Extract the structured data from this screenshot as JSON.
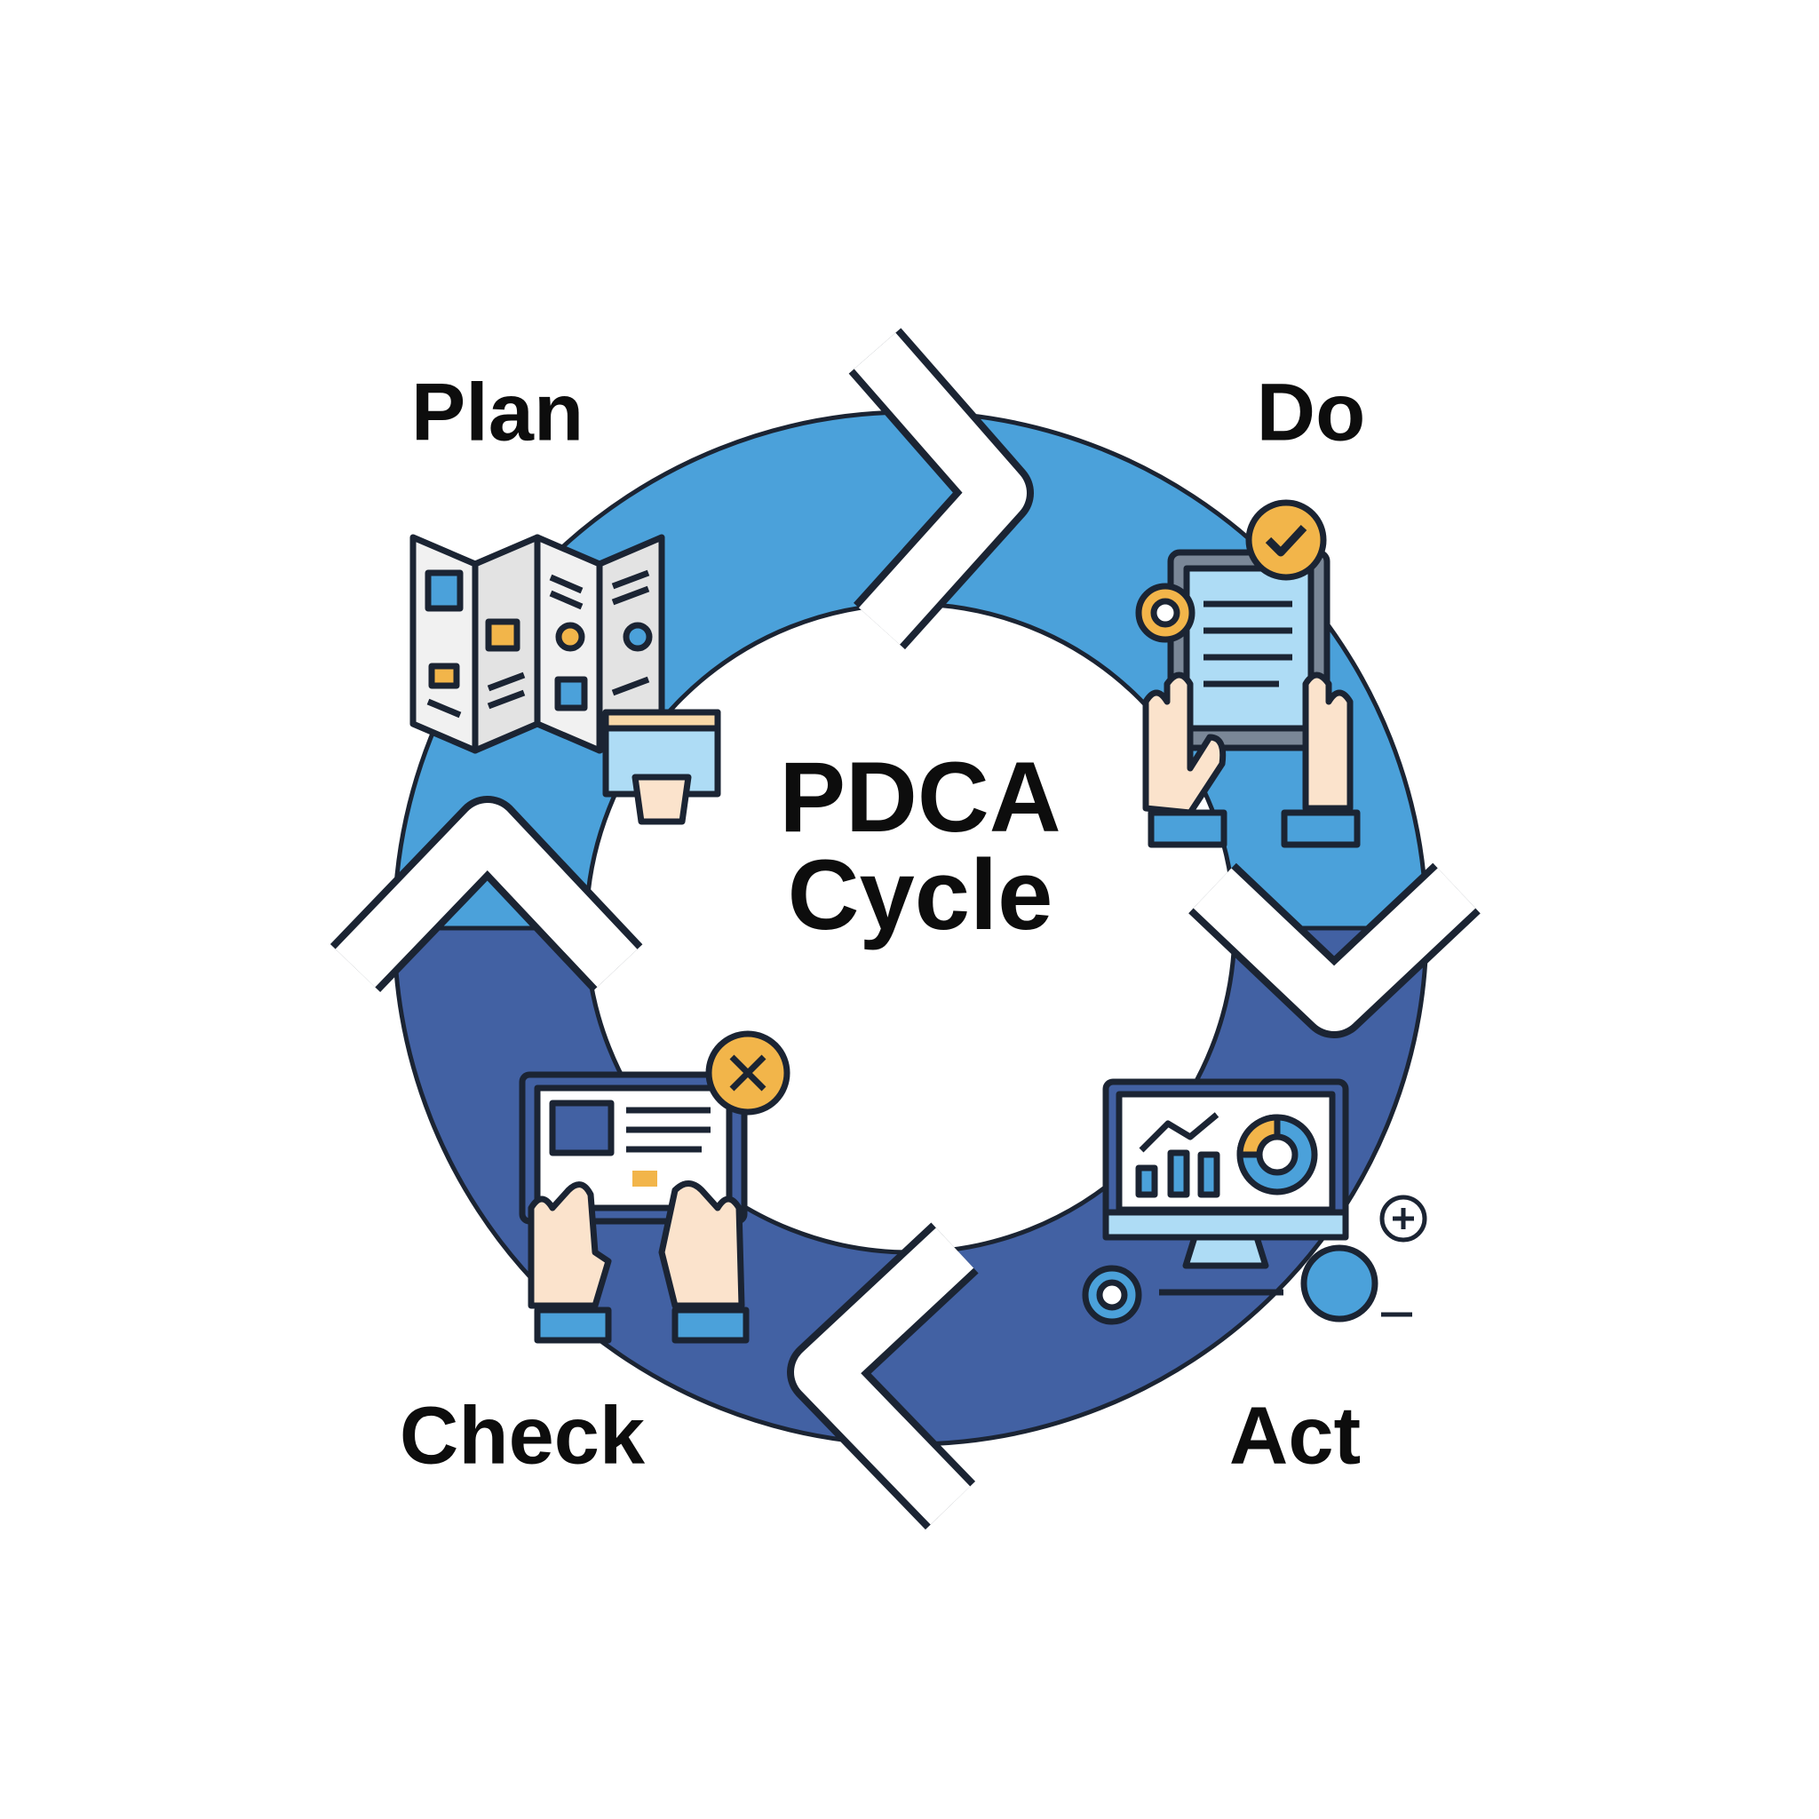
{
  "title": {
    "line1": "PDCA",
    "line2": "Cycle"
  },
  "stages": [
    {
      "label": "Plan",
      "icon": "folded-map-plan-icon"
    },
    {
      "label": "Do",
      "icon": "tablet-hands-checkmark-icon"
    },
    {
      "label": "Act",
      "icon": "monitor-dashboard-gears-icon"
    },
    {
      "label": "Check",
      "icon": "laptop-hands-review-icon"
    }
  ],
  "colors": {
    "light_blue": "#4BA1DA",
    "dark_blue": "#4261A3",
    "outline": "#1B2433",
    "orange": "#F2B54A"
  }
}
